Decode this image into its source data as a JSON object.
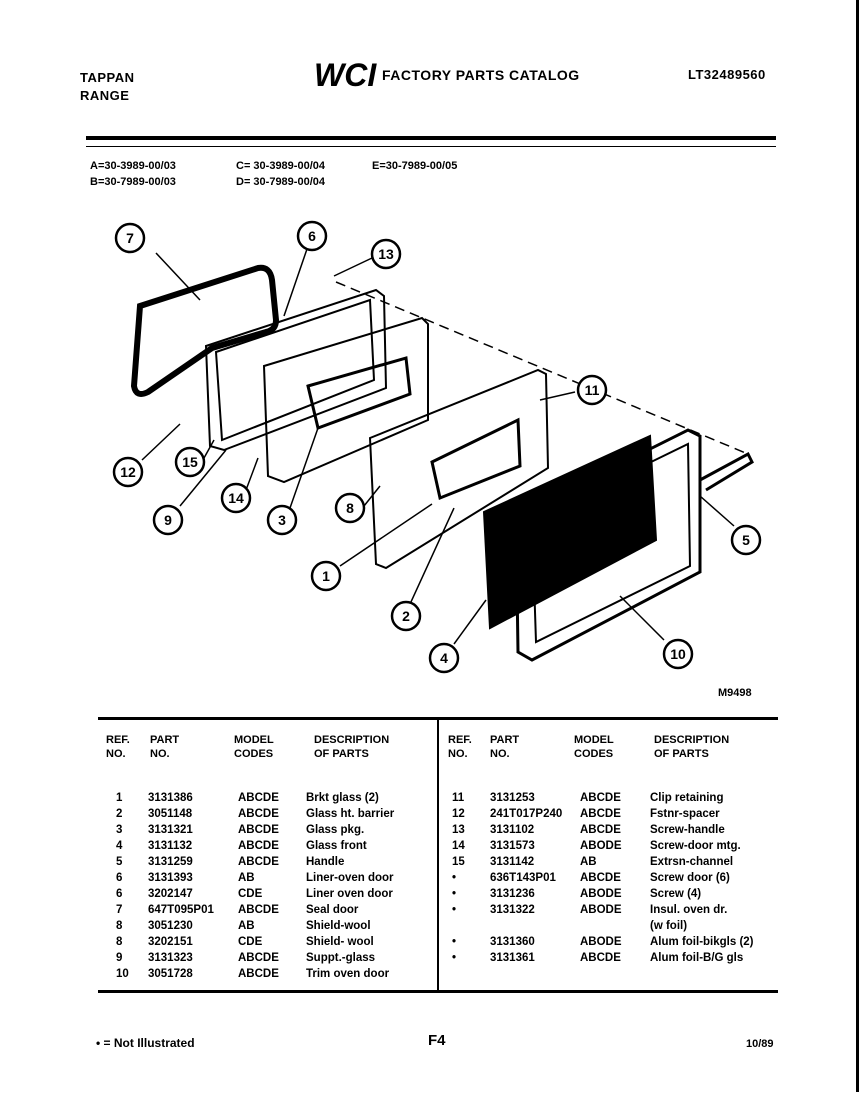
{
  "header": {
    "brand_line1": "TAPPAN",
    "brand_line2": "RANGE",
    "logo_text": "WCI",
    "catalog_title": "FACTORY PARTS CATALOG",
    "catalog_number": "LT32489560"
  },
  "models": {
    "a": "A=30-3989-00/03",
    "b": "B=30-7989-00/03",
    "c": "C= 30-3989-00/04",
    "d": "D= 30-7989-00/04",
    "e": "E=30-7989-00/05"
  },
  "diagram": {
    "callouts": [
      "7",
      "6",
      "13",
      "11",
      "5",
      "10",
      "4",
      "2",
      "1",
      "8",
      "3",
      "14",
      "9",
      "15",
      "12"
    ],
    "figure_code": "M9498"
  },
  "table": {
    "headers": {
      "ref_no": [
        "REF.",
        "NO."
      ],
      "part_no": [
        "PART",
        "NO."
      ],
      "model_codes": [
        "MODEL",
        "CODES"
      ],
      "description": [
        "DESCRIPTION",
        "OF PARTS"
      ]
    },
    "left_rows": [
      {
        "ref": "1",
        "part": "3131386",
        "model": "ABCDE",
        "desc": "Brkt glass (2)"
      },
      {
        "ref": "2",
        "part": "3051148",
        "model": "ABCDE",
        "desc": "Glass ht. barrier"
      },
      {
        "ref": "3",
        "part": "3131321",
        "model": "ABCDE",
        "desc": "Glass pkg."
      },
      {
        "ref": "4",
        "part": "3131132",
        "model": "ABCDE",
        "desc": "Glass front"
      },
      {
        "ref": "5",
        "part": "3131259",
        "model": "ABCDE",
        "desc": "Handle"
      },
      {
        "ref": "6",
        "part": "3131393",
        "model": "AB",
        "desc": "Liner-oven door"
      },
      {
        "ref": "6",
        "part": "3202147",
        "model": "CDE",
        "desc": "Liner oven door"
      },
      {
        "ref": "7",
        "part": "647T095P01",
        "model": "ABCDE",
        "desc": "Seal door"
      },
      {
        "ref": "8",
        "part": "3051230",
        "model": "AB",
        "desc": "Shield-wool"
      },
      {
        "ref": "8",
        "part": "3202151",
        "model": "CDE",
        "desc": "Shield- wool"
      },
      {
        "ref": "9",
        "part": "3131323",
        "model": "ABCDE",
        "desc": "Suppt.-glass"
      },
      {
        "ref": "10",
        "part": "3051728",
        "model": "ABCDE",
        "desc": "Trim oven door"
      }
    ],
    "right_rows": [
      {
        "ref": "11",
        "part": "3131253",
        "model": "ABCDE",
        "desc": "Clip retaining"
      },
      {
        "ref": "12",
        "part": "241T017P240",
        "model": "ABCDE",
        "desc": "Fstnr-spacer"
      },
      {
        "ref": "13",
        "part": "3131102",
        "model": "ABCDE",
        "desc": "Screw-handle"
      },
      {
        "ref": "14",
        "part": "3131573",
        "model": "ABODE",
        "desc": "Screw-door mtg."
      },
      {
        "ref": "15",
        "part": "3131142",
        "model": "AB",
        "desc": "Extrsn-channel"
      },
      {
        "ref": "•",
        "part": "636T143P01",
        "model": "ABCDE",
        "desc": "Screw door (6)"
      },
      {
        "ref": "•",
        "part": "3131236",
        "model": "ABODE",
        "desc": "Screw (4)"
      },
      {
        "ref": "•",
        "part": "3131322",
        "model": "ABODE",
        "desc": "Insul. oven dr."
      },
      {
        "ref": "",
        "part": "",
        "model": "",
        "desc": "(w foil)"
      },
      {
        "ref": "•",
        "part": "3131360",
        "model": "ABODE",
        "desc": "Alum foil-bikgls (2)"
      },
      {
        "ref": "•",
        "part": "3131361",
        "model": "ABCDE",
        "desc": "Alum foil-B/G gls"
      }
    ]
  },
  "footer": {
    "note": "• = Not Illustrated",
    "page": "F4",
    "date": "10/89"
  }
}
